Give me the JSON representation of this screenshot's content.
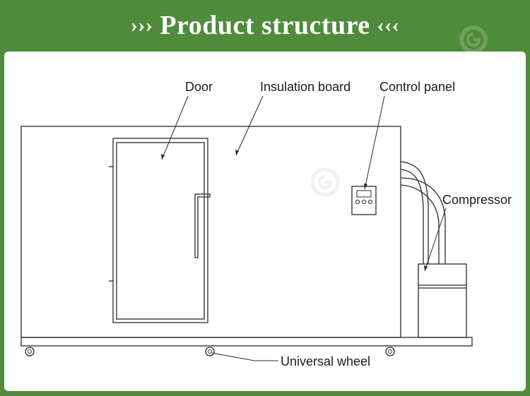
{
  "header": {
    "arrows_left": "›››",
    "title": "Product structure",
    "arrows_right": "‹‹‹",
    "background_color": "#4e8b3a"
  },
  "labels": {
    "door": "Door",
    "insulation_board": "Insulation board",
    "control_panel": "Control panel",
    "compressor": "Compressor",
    "universal_wheel": "Universal wheel"
  },
  "watermark": {
    "logo_icon": "gondor-logo-icon"
  }
}
